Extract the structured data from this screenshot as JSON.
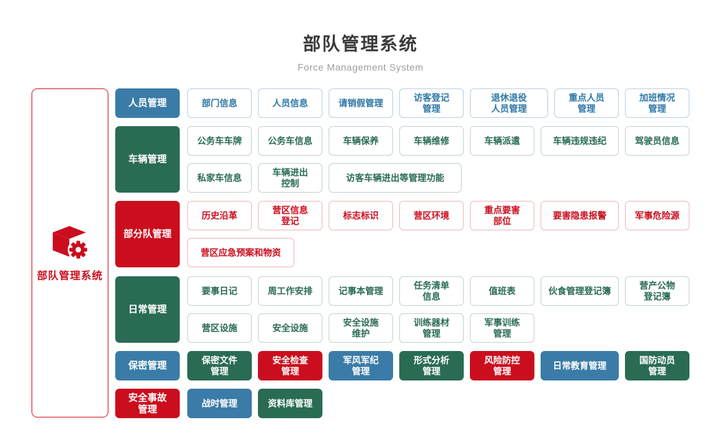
{
  "header": {
    "title": "部队管理系统",
    "subtitle": "Force Management System"
  },
  "sidebar": {
    "label": "部队管理系统",
    "icon": "cube-gear-icon"
  },
  "colors": {
    "blue": "#3a7ca7",
    "green": "#2a6b54",
    "red": "#cb0e1e"
  },
  "rows": [
    {
      "category": "人员管理",
      "items": [
        "部门信息",
        "人员信息",
        "请销假管理",
        "访客登记\n管理",
        "退休退役\n人员管理",
        "重点人员\n管理",
        "加班情况\n管理"
      ]
    },
    {
      "category": "车辆管理",
      "items": [
        "公务车车牌",
        "公务车信息",
        "车辆保养",
        "车辆维修",
        "车辆派遣",
        "车辆违规违纪",
        "驾驶员信息",
        "私家车信息",
        "车辆进出\n控制",
        "访客车辆进出等管理功能"
      ]
    },
    {
      "category": "部分队管理",
      "items": [
        "历史沿革",
        "营区信息\n登记",
        "标志标识",
        "营区环境",
        "重点要害\n部位",
        "要害隐患报警",
        "军事危险源",
        "营区应急预案和物资"
      ]
    },
    {
      "category": "日常管理",
      "items": [
        "要事日记",
        "周工作安排",
        "记事本管理",
        "任务清单\n信息",
        "值班表",
        "伙食管理登记簿",
        "营产公物\n登记簿",
        "营区设施",
        "安全设施",
        "安全设施\n维护",
        "训练器材\n管理",
        "军事训练\n管理"
      ]
    },
    {
      "category": "保密管理",
      "items": [
        "保密文件\n管理",
        "安全检查\n管理",
        "军风军纪\n管理",
        "形式分析\n管理",
        "风险防控\n管理",
        "日常教育管理",
        "国防动员\n管理"
      ]
    },
    {
      "category": "安全事故\n管理",
      "items": [
        "战时管理",
        "资料库管理"
      ]
    }
  ]
}
